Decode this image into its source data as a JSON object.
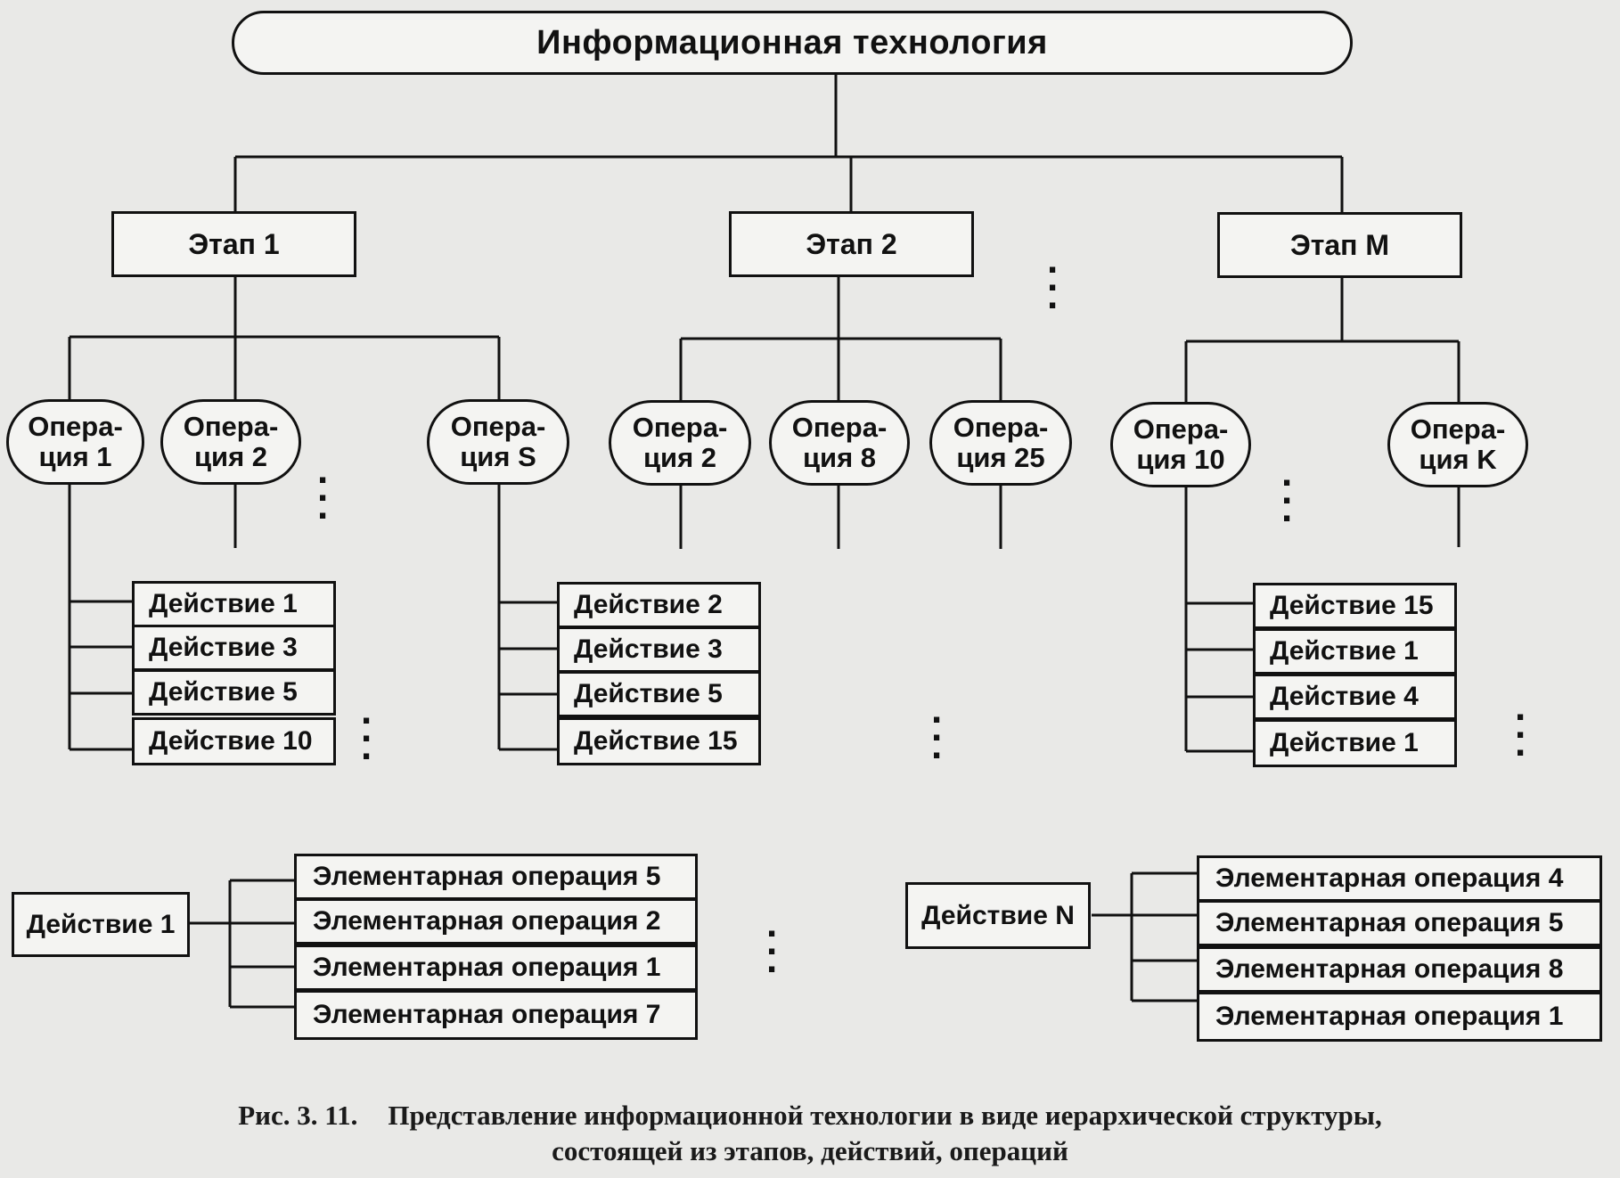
{
  "root": "Информационная  технология",
  "stages": [
    "Этап 1",
    "Этап 2",
    "Этап  M"
  ],
  "operations": {
    "s1": [
      [
        "Опера-",
        "ция 1"
      ],
      [
        "Опера-",
        "ция 2"
      ],
      [
        "Опера-",
        "ция S"
      ]
    ],
    "s2": [
      [
        "Опера-",
        "ция 2"
      ],
      [
        "Опера-",
        "ция 8"
      ],
      [
        "Опера-",
        "ция 25"
      ]
    ],
    "s3": [
      [
        "Опера-",
        "ция 10"
      ],
      [
        "Опера-",
        "ция K"
      ]
    ]
  },
  "actions": {
    "group1": [
      "Действие 1",
      "Действие 3",
      "Действие 5",
      "Действие 10"
    ],
    "group2": [
      "Действие 2",
      "Действие 3",
      "Действие 5",
      "Действие 15"
    ],
    "group3": [
      "Действие 15",
      "Действие 1",
      "Действие 4",
      "Действие 1"
    ]
  },
  "action_detail_left": {
    "action": "Действие 1",
    "elementary": [
      "Элементарная операция 5",
      "Элементарная операция 2",
      "Элементарная операция 1",
      "Элементарная операция 7"
    ]
  },
  "action_detail_right": {
    "action": "Действие N",
    "elementary": [
      "Элементарная операция 4",
      "Элементарная операция 5",
      "Элементарная операция 8",
      "Элементарная операция 1"
    ]
  },
  "ellipsis": ". . .",
  "caption": {
    "number": "Рис. 3. 11.",
    "line1": "Представление информационной технологии в виде иерархической структуры,",
    "line2": "состоящей из этапов, действий, операций"
  }
}
